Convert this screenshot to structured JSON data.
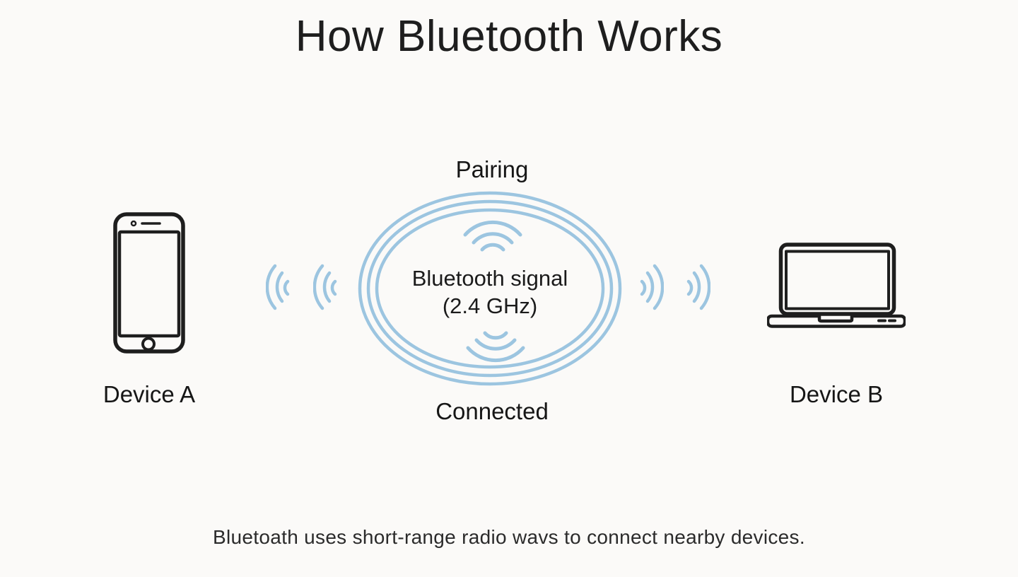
{
  "title": "How Bluetooth Works",
  "devices": {
    "a": {
      "label": "Device A"
    },
    "b": {
      "label": "Device B"
    }
  },
  "bubble": {
    "top_label": "Pairing",
    "bottom_label": "Connected",
    "line1": "Bluetooth signal",
    "line2": "(2.4 GHz)"
  },
  "caption": "Bluetoath uses short-range radio wavs to connect nearby devices.",
  "icons": {
    "device_a": "smartphone-icon",
    "device_b": "laptop-icon",
    "rings": "signal-rings-icon",
    "bubble_top": "wifi-waves-up-icon",
    "bubble_bottom": "wifi-waves-down-icon",
    "left_waves": "radio-waves-toward-left-icon",
    "right_waves": "radio-waves-toward-right-icon"
  },
  "colors": {
    "accent_blue": "#9cc5e0",
    "ink": "#1e1e1e",
    "background": "#fbfaf8",
    "caption_ink": "#2b2b2b"
  }
}
